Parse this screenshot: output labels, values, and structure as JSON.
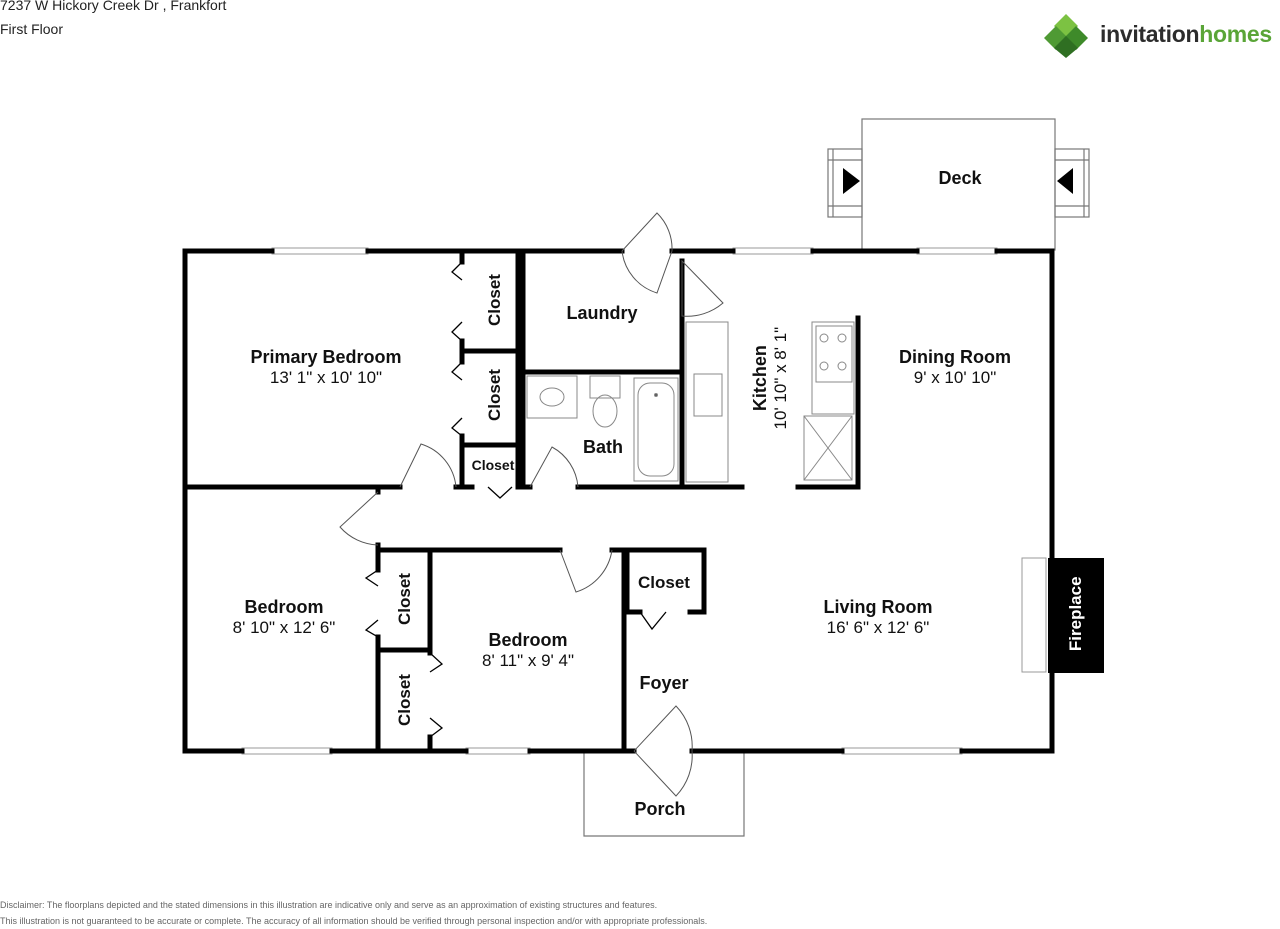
{
  "header": {
    "address": "7237 W Hickory Creek Dr , Frankfort",
    "floor": "First Floor"
  },
  "logo": {
    "word1": "invitation",
    "word2": "homes",
    "brand_green": "#5aa537",
    "brand_dark": "#2c2c2c"
  },
  "rooms": {
    "deck": {
      "name": "Deck"
    },
    "laundry": {
      "name": "Laundry"
    },
    "primary_bedroom": {
      "name": "Primary Bedroom",
      "dims": "13' 1\" x 10' 10\""
    },
    "kitchen": {
      "name": "Kitchen",
      "dims": "10' 10\" x 8' 1\""
    },
    "dining_room": {
      "name": "Dining Room",
      "dims": "9' x 10' 10\""
    },
    "bath": {
      "name": "Bath"
    },
    "bedroom_left": {
      "name": "Bedroom",
      "dims": "8' 10\" x 12' 6\""
    },
    "bedroom_mid": {
      "name": "Bedroom",
      "dims": "8' 11\" x 9' 4\""
    },
    "living_room": {
      "name": "Living Room",
      "dims": "16' 6\" x 12' 6\""
    },
    "foyer": {
      "name": "Foyer"
    },
    "porch": {
      "name": "Porch"
    },
    "fireplace": {
      "name": "Fireplace"
    }
  },
  "closets": {
    "label": "Closet"
  },
  "disclaimer": {
    "line1": "Disclaimer: The floorplans depicted and the stated dimensions in this illustration are indicative only and serve as an approximation of existing structures and features.",
    "line2": "This illustration is not guaranteed to be accurate or complete. The accuracy of all information should be verified through personal inspection and/or with appropriate professionals."
  },
  "colors": {
    "wall": "#000000",
    "fixture": "#888888",
    "fireplace_fill": "#000000"
  }
}
